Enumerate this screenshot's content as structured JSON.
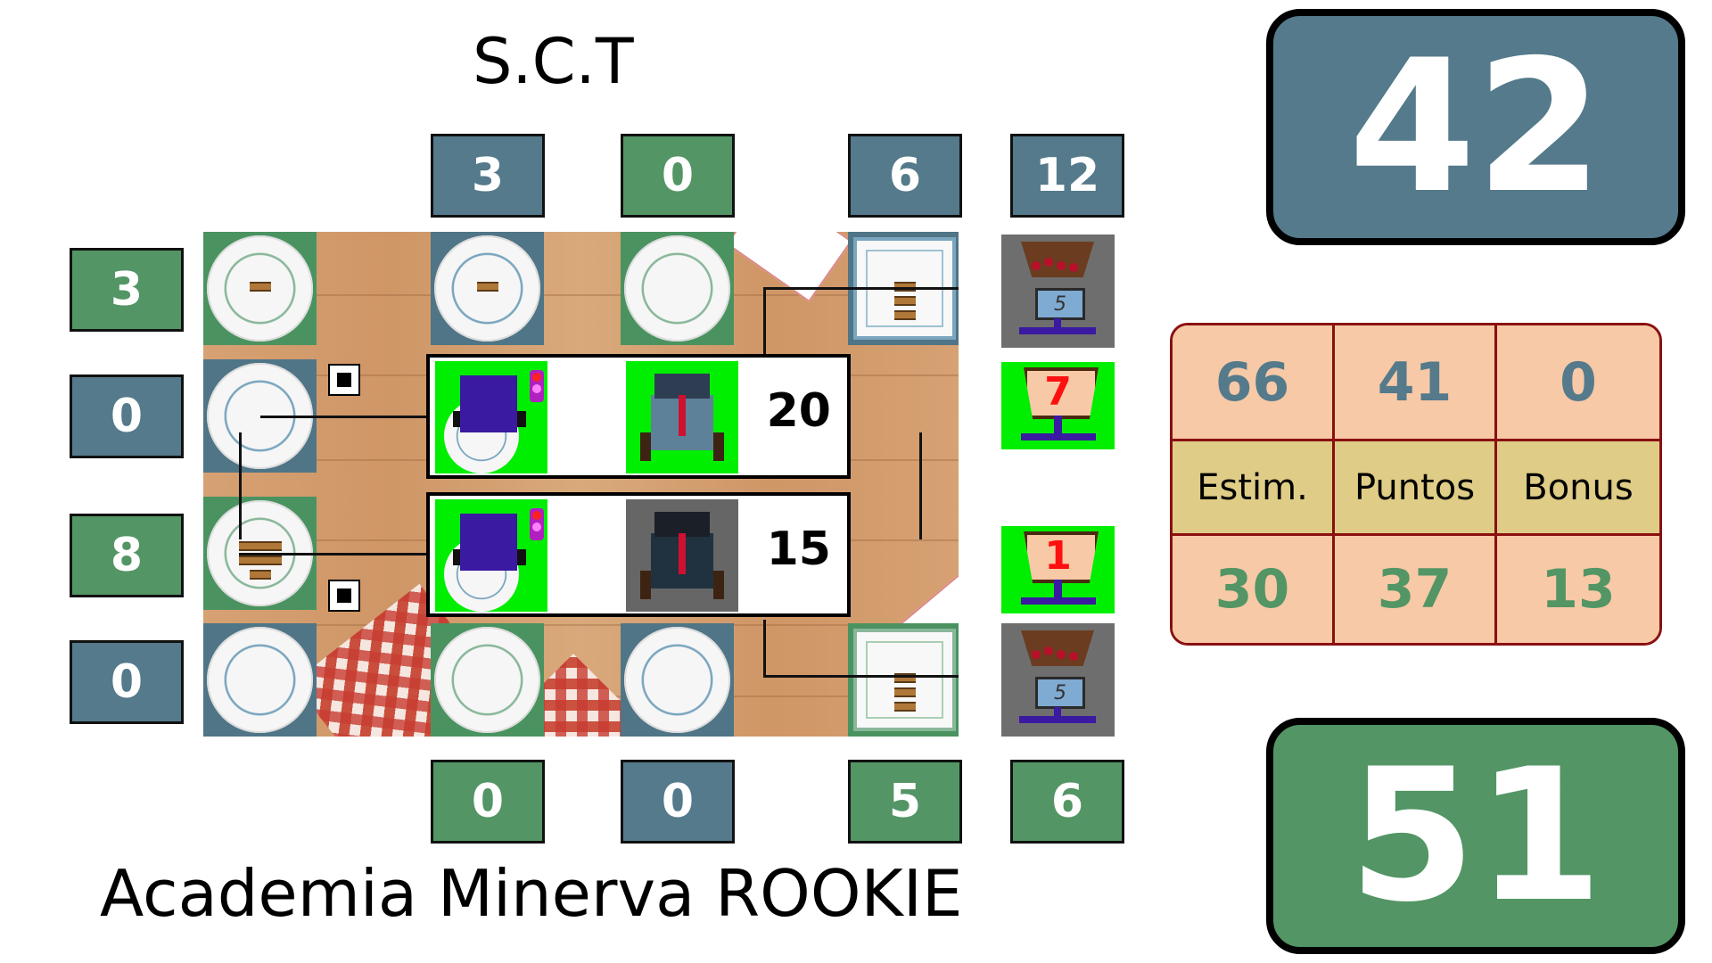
{
  "teams": {
    "top": {
      "name": "S.C.T",
      "score": "42",
      "color": "#547a8b"
    },
    "bottom": {
      "name": "Academia Minerva ROOKIE",
      "score": "51",
      "color": "#539565"
    }
  },
  "column_counters_top": [
    "3",
    "0",
    "6",
    "12"
  ],
  "column_counters_bottom": [
    "0",
    "0",
    "5",
    "6"
  ],
  "row_counters_left": [
    "3",
    "0",
    "8",
    "0"
  ],
  "robots": [
    {
      "waiter_state": "active",
      "value": "20"
    },
    {
      "waiter_state": "inactive",
      "value": "15"
    }
  ],
  "scales": [
    {
      "display": "5"
    },
    {
      "display": "5"
    }
  ],
  "scale_counts": [
    "7",
    "1"
  ],
  "score_table": {
    "top_values": [
      "66",
      "41",
      "0"
    ],
    "labels": [
      "Estim.",
      "Puntos",
      "Bonus"
    ],
    "bottom_values": [
      "30",
      "37",
      "13"
    ]
  },
  "icons": [
    "plate-icon",
    "cookie-stack-icon",
    "robot-icon",
    "waiter-icon",
    "scale-icon",
    "traffic-light-icon",
    "aruco-marker-icon"
  ]
}
